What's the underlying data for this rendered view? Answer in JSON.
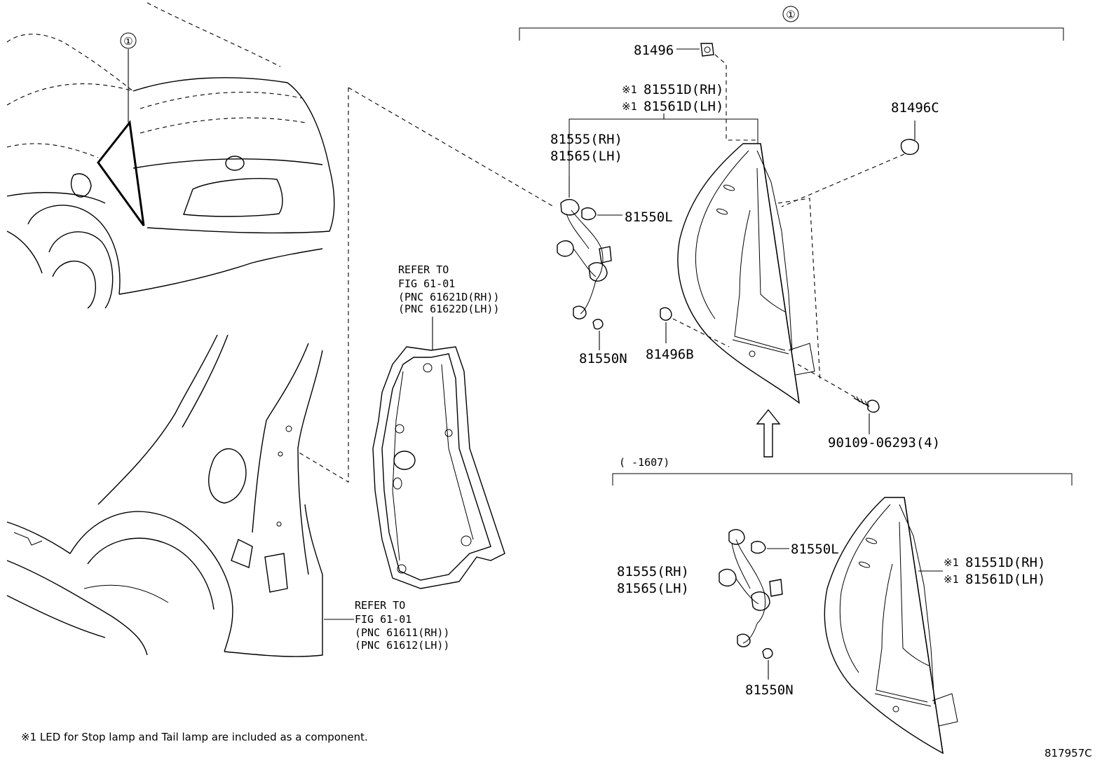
{
  "callout_marker": "①",
  "labels": {
    "p81496": "81496",
    "p81551d_rh_top": "81551D(RH)",
    "p81561d_lh_top": "81561D(LH)",
    "note_mark": "※1",
    "p81555_rh_top": "81555(RH)",
    "p81565_lh_top": "81565(LH)",
    "p81550l_top": "81550L",
    "p81550n_top": "81550N",
    "p81496b": "81496B",
    "p81496c": "81496C",
    "p90109": "90109-06293(4)",
    "range_note": "(      -1607)",
    "p81550l_bot": "81550L",
    "p81555_rh_bot": "81555(RH)",
    "p81565_lh_bot": "81565(LH)",
    "p81551d_rh_bot": "81551D(RH)",
    "p81561d_lh_bot": "81561D(LH)",
    "p81550n_bot": "81550N"
  },
  "refer_upper": {
    "line1": "REFER TO",
    "line2": "FIG 61-01",
    "line3": "(PNC 61621D(RH))",
    "line4": "(PNC 61622D(LH))"
  },
  "refer_lower": {
    "line1": "REFER TO",
    "line2": "FIG 61-01",
    "line3": "(PNC 61611(RH))",
    "line4": "(PNC 61612(LH))"
  },
  "footnote": "※1 LED for Stop lamp and Tail lamp are included as a component.",
  "diagram_id": "817957C"
}
